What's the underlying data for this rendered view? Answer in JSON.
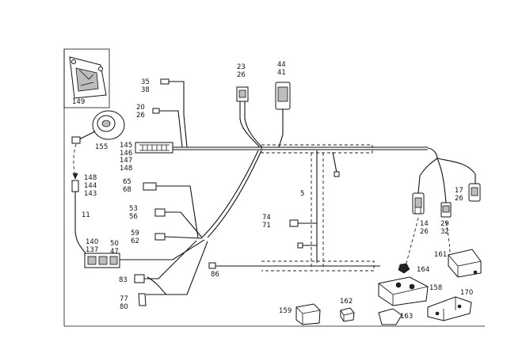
{
  "labels": {
    "l149": "149",
    "l35": "35",
    "l38": "38",
    "l20": "20",
    "l26a": "26",
    "l155": "155",
    "l145": "145",
    "l146": "146",
    "l147": "147",
    "l148a": "148",
    "l23": "23",
    "l26b": "26",
    "l44": "44",
    "l41": "41",
    "l148b": "148",
    "l144": "144",
    "l143": "143",
    "l11": "11",
    "l65": "65",
    "l68": "68",
    "l53": "53",
    "l56": "56",
    "l59": "59",
    "l62": "62",
    "l140": "140",
    "l137": "137",
    "l50": "50",
    "l47": "47",
    "l83": "83",
    "l77": "77",
    "l80": "80",
    "l5": "5",
    "l74": "74",
    "l71": "71",
    "l86": "86",
    "l14": "14",
    "l26c": "26",
    "l29": "29",
    "l32": "32",
    "l17": "17",
    "l26d": "26",
    "l161": "161",
    "l164": "164",
    "l158": "158",
    "l170": "170",
    "l159": "159",
    "l162": "162",
    "l163": "163"
  }
}
